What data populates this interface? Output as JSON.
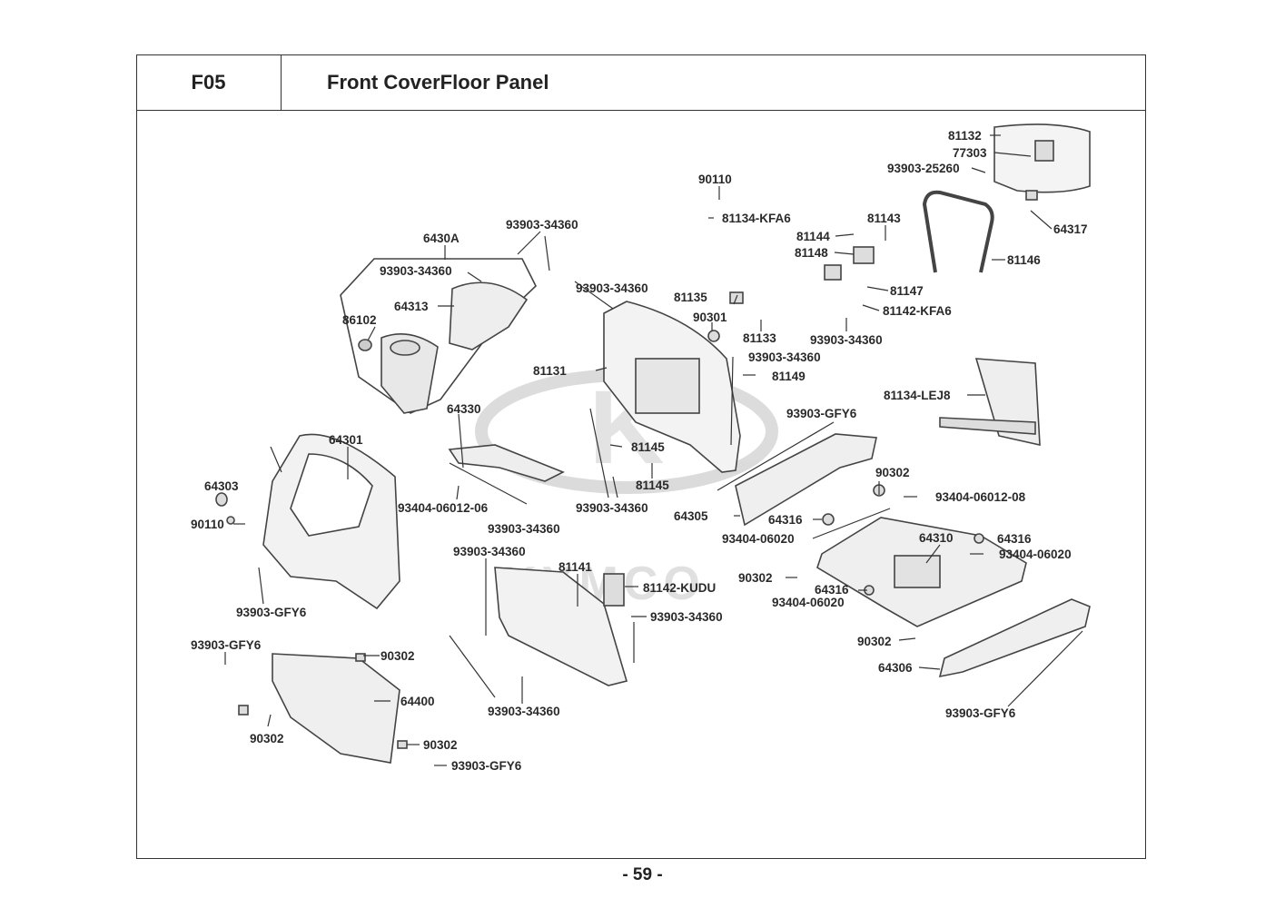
{
  "header": {
    "code": "F05",
    "title": "Front CoverFloor Panel"
  },
  "page_number": "- 59 -",
  "watermark": "KYMCO",
  "parts": {
    "p81132": "81132",
    "p77303": "77303",
    "p93903_25260": "93903-25260",
    "p64317": "64317",
    "p81146": "81146",
    "p90110_top": "90110",
    "p81134_kfa6": "81134-KFA6",
    "p81143": "81143",
    "p81144": "81144",
    "p81148": "81148",
    "p81147": "81147",
    "p81142_kfa6": "81142-KFA6",
    "p93903_34360_mid": "93903-34360",
    "p6430A": "6430A",
    "p93903_34360_top": "93903-34360",
    "p93903_34360_g": "93903-34360",
    "p64313": "64313",
    "p86102": "86102",
    "p93903_34360_b": "93903-34360",
    "p81135": "81135",
    "p90301": "90301",
    "p81133": "81133",
    "p93903_34360_c": "93903-34360",
    "p81149": "81149",
    "p81131": "81131",
    "p81134_lej8": "81134-LEJ8",
    "p64330": "64330",
    "p81145_a": "81145",
    "p81145_b": "81145",
    "p93903_gfy6_a": "93903-GFY6",
    "p64301": "64301",
    "p64303": "64303",
    "p90110_left": "90110",
    "p93404_06012_06": "93404-06012-06",
    "p93903_34360_d": "93903-34360",
    "p93903_34360_e": "93903-34360",
    "p90302_a": "90302",
    "p93404_06012_08": "93404-06012-08",
    "p64305": "64305",
    "p64316_a": "64316",
    "p93404_06020_a": "93404-06020",
    "p64310": "64310",
    "p64316_b": "64316",
    "p93404_06020_b": "93404-06020",
    "p90302_b": "90302",
    "p64316_c": "64316",
    "p93404_06020_c": "93404-06020",
    "p93903_34360_f": "93903-34360",
    "p81141": "81141",
    "p81142_kudu": "81142-KUDU",
    "p93903_34360_h": "93903-34360",
    "p93903_gfy6_b": "93903-GFY6",
    "p93903_gfy6_c": "93903-GFY6",
    "p90302_c": "90302",
    "p64400": "64400",
    "p90302_d": "90302",
    "p90302_e": "90302",
    "p93903_gfy6_d": "93903-GFY6",
    "p93903_34360_i": "93903-34360",
    "p90302_f": "90302",
    "p64306": "64306",
    "p93903_gfy6_e": "93903-GFY6"
  }
}
